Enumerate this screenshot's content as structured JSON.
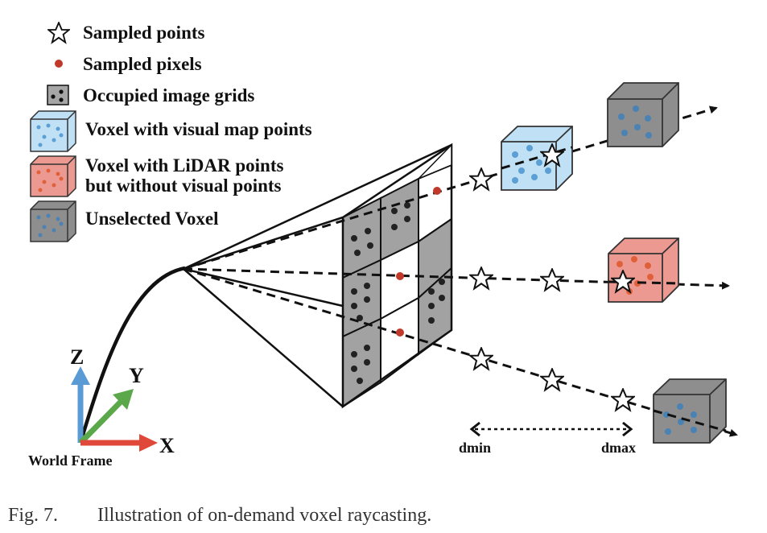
{
  "legend": {
    "sampled_points": "Sampled points",
    "sampled_pixels": "Sampled pixels",
    "occupied_grids": "Occupied image grids",
    "voxel_visual": "Voxel with visual map points",
    "voxel_lidar_line1": "Voxel with LiDAR points",
    "voxel_lidar_line2": "but without visual points",
    "voxel_unselected": "Unselected Voxel"
  },
  "axes": {
    "z": "Z",
    "y": "Y",
    "x": "X",
    "frame": "World Frame"
  },
  "range": {
    "dmin": "dmin",
    "dmax": "dmax"
  },
  "caption": {
    "label": "Fig. 7.",
    "text": "Illustration of on-demand voxel raycasting."
  },
  "colors": {
    "voxel_visual_face": "#bfe0f5",
    "voxel_visual_dot": "#5b9fd4",
    "voxel_lidar_face": "#ec9a91",
    "voxel_lidar_dot": "#e0603a",
    "voxel_unsel_face": "#8e8e8e",
    "voxel_unsel_dot": "#4a82b4",
    "grid_gray": "#9a9a9a",
    "pixel_red": "#c0392b",
    "axis_z": "#5b9bd5",
    "axis_y": "#5aa84a",
    "axis_x": "#e0483a"
  }
}
